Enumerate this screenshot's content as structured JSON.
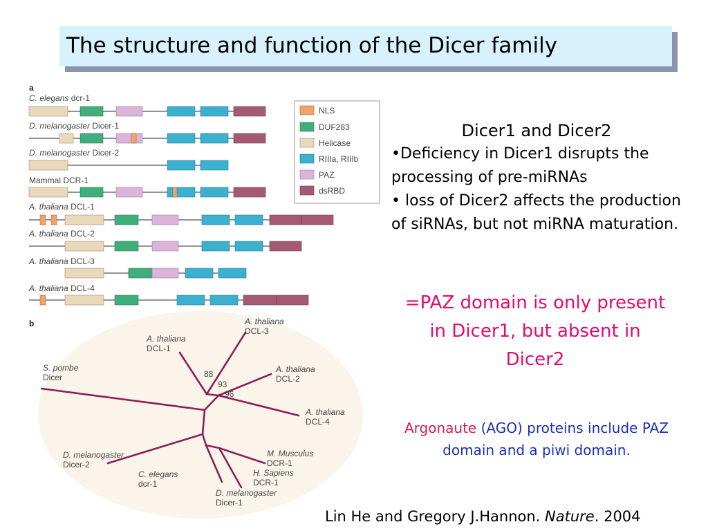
{
  "title": "The structure and function of the Dicer family",
  "panel_a": {
    "label": "a",
    "proteins": [
      {
        "species": "C. elegans",
        "name": "dcr-1"
      },
      {
        "species": "D. melanogaster",
        "name": "Dicer-1"
      },
      {
        "species": "D. melanogaster",
        "name": "Dicer-2"
      },
      {
        "species": "",
        "name": "Mammal DCR-1"
      },
      {
        "species": "A. thaliana",
        "name": "DCL-1"
      },
      {
        "species": "A. thaliana",
        "name": "DCL-2"
      },
      {
        "species": "A. thaliana",
        "name": "DCL-3"
      },
      {
        "species": "A. thaliana",
        "name": "DCL-4"
      }
    ],
    "legend": [
      {
        "label": "NLS",
        "color": "#f0a36a"
      },
      {
        "label": "DUF283",
        "color": "#3fae7c"
      },
      {
        "label": "Helicase",
        "color": "#ead8bb"
      },
      {
        "label": "RIIIa, RIIIb",
        "color": "#3bb0cf"
      },
      {
        "label": "PAZ",
        "color": "#dbb4da"
      },
      {
        "label": "dsRBD",
        "color": "#a45a72"
      }
    ]
  },
  "panel_b": {
    "label": "b",
    "leaves": [
      {
        "species": "A. thaliana",
        "name": "DCL-3"
      },
      {
        "species": "A. thaliana",
        "name": "DCL-1"
      },
      {
        "species": "S. pombe",
        "name": "Dicer"
      },
      {
        "species": "A. thaliana",
        "name": "DCL-2"
      },
      {
        "species": "A. thaliana",
        "name": "DCL-4"
      },
      {
        "species": "D. melanogaster",
        "name": "Dicer-2"
      },
      {
        "species": "M. Musculus",
        "name": "DCR-1"
      },
      {
        "species": "H. Sapiens",
        "name": "DCR-1"
      },
      {
        "species": "C. elegans",
        "name": "dcr-1"
      },
      {
        "species": "D. melanogaster",
        "name": "Dicer-1"
      }
    ],
    "bootstrap": [
      "88",
      "93",
      "96"
    ]
  },
  "right": {
    "heading": "Dicer1 and Dicer2",
    "bullets": [
      "•Deficiency in Dicer1 disrupts the processing of pre-miRNAs",
      "• loss of Dicer2 affects the production of siRNAs, but not miRNA maturation."
    ],
    "highlight": "=PAZ domain is only present in Dicer1, but absent in Dicer2",
    "ago_red": "Argonaute",
    "ago_blue": "(AGO) proteins include PAZ domain and a piwi domain."
  },
  "citation": {
    "authors": "Lin He and Gregory J.Hannon.",
    "journal": "Nature",
    "year": ". 2004"
  }
}
